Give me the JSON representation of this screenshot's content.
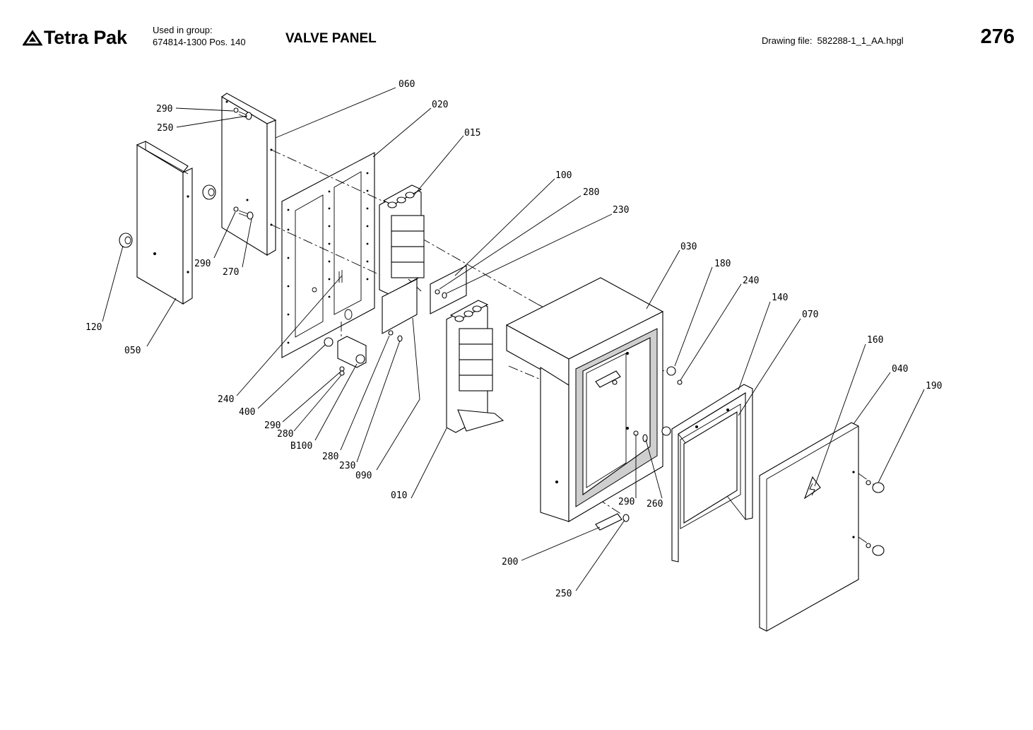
{
  "header": {
    "brand": "Tetra Pak",
    "used_in_label": "Used in group:",
    "used_in_value": "674814-1300 Pos. 140",
    "title": "VALVE PANEL",
    "drawing_label": "Drawing file:",
    "drawing_value": "582288-1_1_AA.hpgl",
    "page_number": "276"
  },
  "callouts": {
    "c060": "060",
    "c020": "020",
    "c015": "015",
    "c290a": "290",
    "c250a": "250",
    "c100": "100",
    "c280a": "280",
    "c230a": "230",
    "c030": "030",
    "c180": "180",
    "c240a": "240",
    "c140": "140",
    "c070": "070",
    "c160": "160",
    "c040": "040",
    "c190": "190",
    "c120": "120",
    "c050": "050",
    "c290b": "290",
    "c270": "270",
    "c240b": "240",
    "c400": "400",
    "c290c": "290",
    "c280b": "280",
    "cB100": "B100",
    "c280c": "280",
    "c230b": "230",
    "c090": "090",
    "c010": "010",
    "c290d": "290",
    "c260": "260",
    "c200": "200",
    "c250b": "250"
  }
}
